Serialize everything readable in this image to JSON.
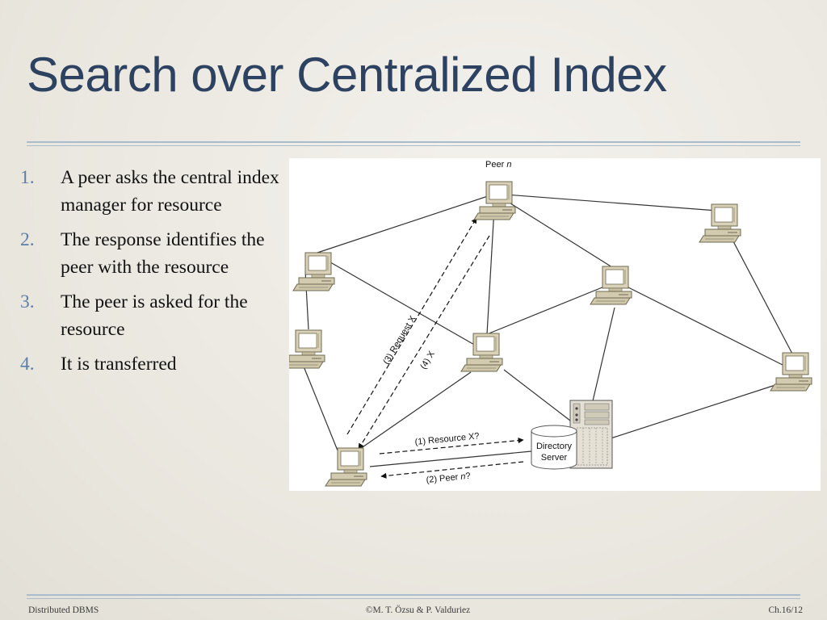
{
  "slide": {
    "title": "Search over Centralized Index",
    "steps": [
      {
        "num": "1.",
        "text": "A peer asks the central index manager for resource"
      },
      {
        "num": "2.",
        "text": "The response identifies the peer with the resource"
      },
      {
        "num": "3.",
        "text": "The peer is asked for the resource"
      },
      {
        "num": "4.",
        "text": "It is transferred"
      }
    ]
  },
  "diagram": {
    "peer_n_label": "Peer",
    "peer_n_var": "n",
    "server_label_1": "Directory",
    "server_label_2": "Server",
    "msg_1": "(1) Resource X?",
    "msg_2_prefix": "(2) Peer ",
    "msg_2_var": "n",
    "msg_2_suffix": "?",
    "msg_3": "(3) Request X",
    "msg_4": "(4) X"
  },
  "footer": {
    "left": "Distributed DBMS",
    "center": "©M. T. Özsu & P. Valduriez",
    "right": "Ch.16/12"
  },
  "colors": {
    "title": "#2d4260",
    "list_number": "#5a7fa8",
    "rule": "#a9bccd"
  }
}
